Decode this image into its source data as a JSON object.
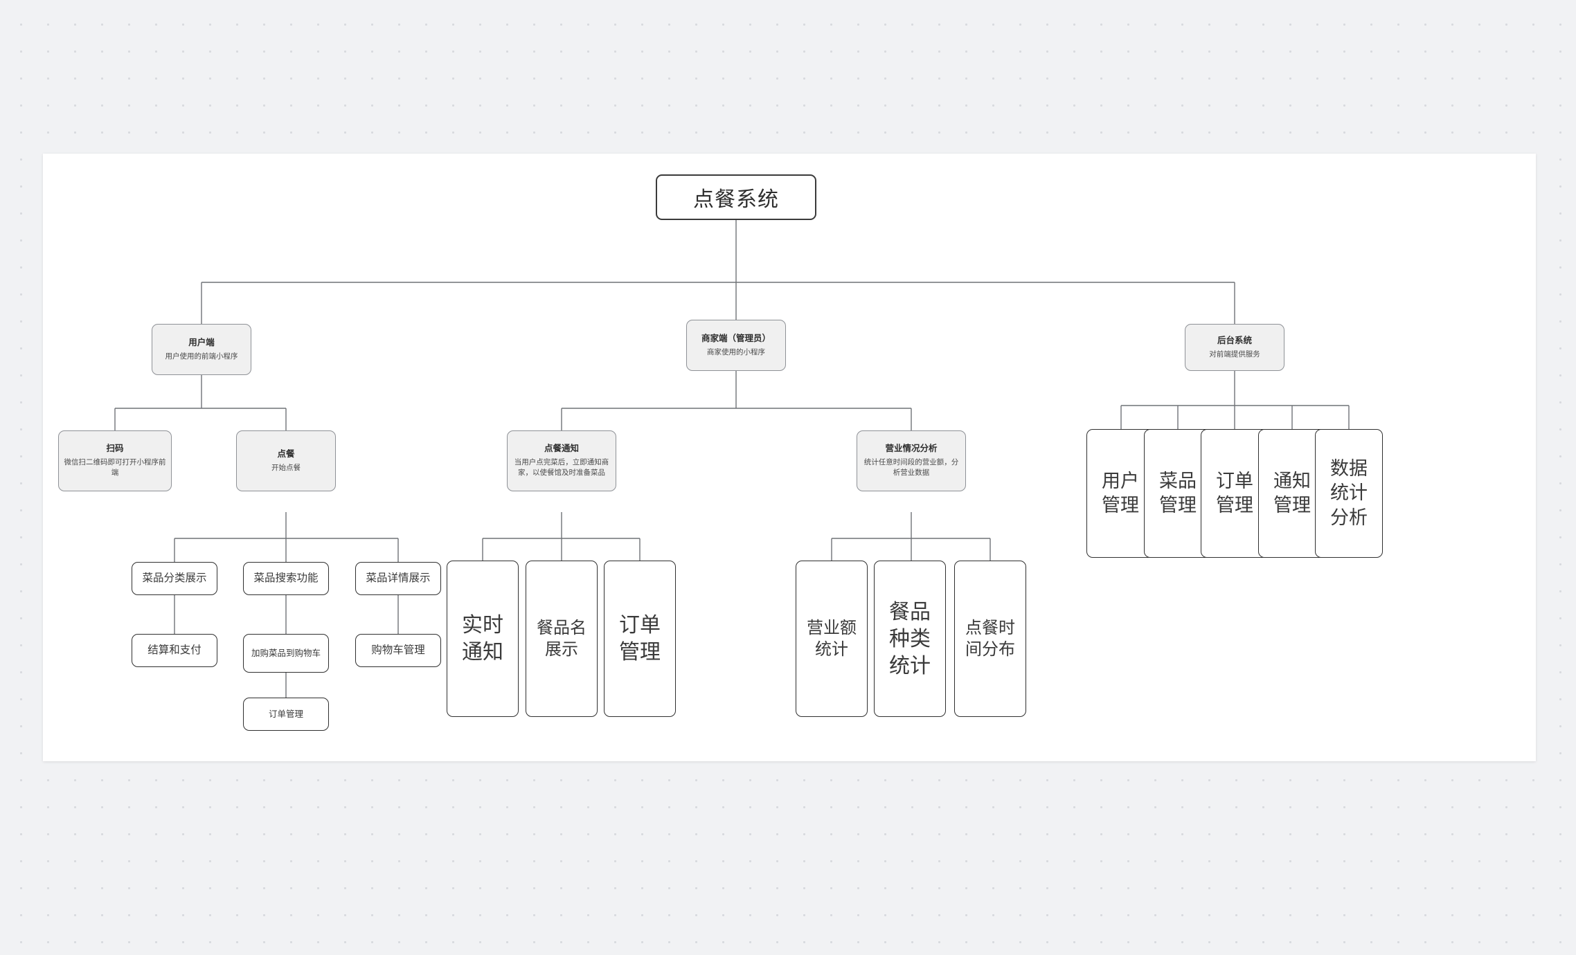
{
  "canvas": {
    "background_color": "#f1f2f4",
    "sheet_color": "#ffffff",
    "dot_color": "#d8dade"
  },
  "diagram": {
    "type": "tree",
    "title": "点餐系统",
    "root": {
      "title": "点餐系统"
    },
    "branches": [
      {
        "id": "client",
        "title": "用户端",
        "desc": "用户使用的前端小程序",
        "children": [
          {
            "id": "scan",
            "title": "扫码",
            "desc": "微信扫二维码即可打开小程序前端",
            "children": []
          },
          {
            "id": "order",
            "title": "点餐",
            "desc": "开始点餐",
            "children": [
              {
                "id": "cat",
                "title": "菜品分类展示",
                "children": [
                  {
                    "id": "pay",
                    "title": "结算和支付"
                  }
                ]
              },
              {
                "id": "search",
                "title": "菜品搜索功能",
                "children": [
                  {
                    "id": "addcart",
                    "title": "加购菜品到购物车",
                    "children": [
                      {
                        "id": "ordermgmt",
                        "title": "订单管理"
                      }
                    ]
                  }
                ]
              },
              {
                "id": "detail",
                "title": "菜品详情展示",
                "children": [
                  {
                    "id": "cartmgmt",
                    "title": "购物车管理"
                  }
                ]
              }
            ]
          }
        ]
      },
      {
        "id": "merchant",
        "title": "商家端（管理员）",
        "desc": "商家使用的小程序",
        "children": [
          {
            "id": "notify",
            "title": "点餐通知",
            "desc": "当用户点完菜后，立即通知商家，以使餐馆及时准备菜品",
            "children": [
              {
                "id": "realtime",
                "title": "实时通知"
              },
              {
                "id": "dishname",
                "title": "餐品名展示"
              },
              {
                "id": "order-mgmt-2",
                "title": "订单管理"
              }
            ]
          },
          {
            "id": "analysis",
            "title": "营业情况分析",
            "desc": "统计任意时间段的营业额，分析营业数据",
            "children": [
              {
                "id": "revenue",
                "title": "营业额统计"
              },
              {
                "id": "dishtype",
                "title": "餐品种类统计"
              },
              {
                "id": "timedist",
                "title": "点餐时间分布"
              }
            ]
          }
        ]
      },
      {
        "id": "backend",
        "title": "后台系统",
        "desc": "对前端提供服务",
        "children": [
          {
            "id": "be-user",
            "title": "用户管理"
          },
          {
            "id": "be-dish",
            "title": "菜品管理"
          },
          {
            "id": "be-order",
            "title": "订单管理"
          },
          {
            "id": "be-notify",
            "title": "通知管理"
          },
          {
            "id": "be-stats",
            "title": "数据统计分析"
          }
        ]
      }
    ],
    "nodes": {
      "root": "点餐系统",
      "client": "用户端",
      "client_desc": "用户使用的前端小程序",
      "merchant": "商家端（管理员）",
      "merchant_desc": "商家使用的小程序",
      "backend": "后台系统",
      "backend_desc": "对前端提供服务",
      "scan": "扫码",
      "scan_desc": "微信扫二维码即可打开小程序前端",
      "order": "点餐",
      "order_desc": "开始点餐",
      "notify": "点餐通知",
      "notify_desc": "当用户点完菜后，立即通知商家，以使餐馆及时准备菜品",
      "analysis": "营业情况分析",
      "analysis_desc": "统计任意时间段的营业额，分析营业数据",
      "cat": "菜品分类展示",
      "search": "菜品搜索功能",
      "detail": "菜品详情展示",
      "pay": "结算和支付",
      "addcart": "加购菜品到购物车",
      "cartmgmt": "购物车管理",
      "ordermgmt": "订单管理",
      "realtime": "实时通知",
      "dishname": "餐品名展示",
      "ordermgmt2": "订单管理",
      "revenue": "营业额统计",
      "dishtype": "餐品种类统计",
      "timedist": "点餐时间分布",
      "be_user": "用户管理",
      "be_dish": "菜品管理",
      "be_order": "订单管理",
      "be_notify": "通知管理",
      "be_stats": "数据统计分析"
    }
  }
}
